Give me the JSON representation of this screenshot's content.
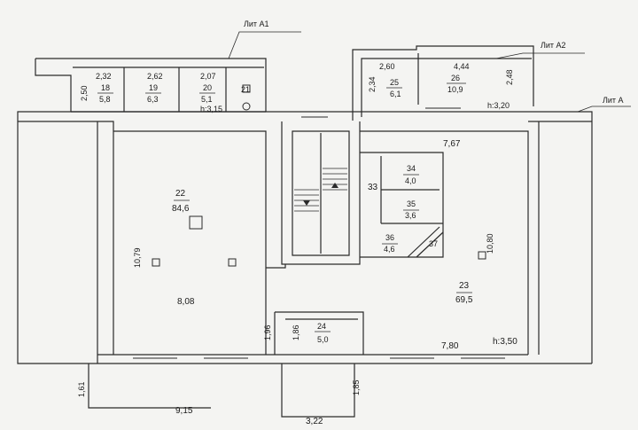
{
  "lit_labels": {
    "a1": "Лит А1",
    "a2": "Лит А2",
    "a": "Лит А"
  },
  "rooms": {
    "r18": {
      "num": "18",
      "area": "5,8",
      "w": "2,32",
      "h": "2,50"
    },
    "r19": {
      "num": "19",
      "area": "6,3",
      "w": "2,62"
    },
    "r20": {
      "num": "20",
      "area": "5,1",
      "w": "2,07"
    },
    "r21": {
      "num": "21"
    },
    "r22": {
      "num": "22",
      "area": "84,6",
      "h": "10,79",
      "w": "8,08"
    },
    "r23": {
      "num": "23",
      "area": "69,5",
      "h": "10,80",
      "w": "7,80"
    },
    "r24": {
      "num": "24",
      "area": "5,0",
      "h": "1,86"
    },
    "r25": {
      "num": "25",
      "area": "6,1",
      "w": "2,60",
      "h": "2,34"
    },
    "r26": {
      "num": "26",
      "area": "10,9",
      "w": "4,44",
      "h": "2,48"
    },
    "r33": {
      "num": "33"
    },
    "r34": {
      "num": "34",
      "area": "4,0"
    },
    "r35": {
      "num": "35",
      "area": "3,6"
    },
    "r36": {
      "num": "36",
      "area": "4,6"
    },
    "r37": {
      "num": "37"
    }
  },
  "heights": {
    "a1": "h:3,15",
    "a2": "h:3,20",
    "main": "h:3,50"
  },
  "dims": {
    "d767": "7,67",
    "d196": "1,96",
    "d161": "1,61",
    "d185": "1,85",
    "d915": "9,15",
    "d322": "3,22"
  },
  "colors": {
    "line": "#2a2a2a",
    "background": "#f4f4f2"
  }
}
